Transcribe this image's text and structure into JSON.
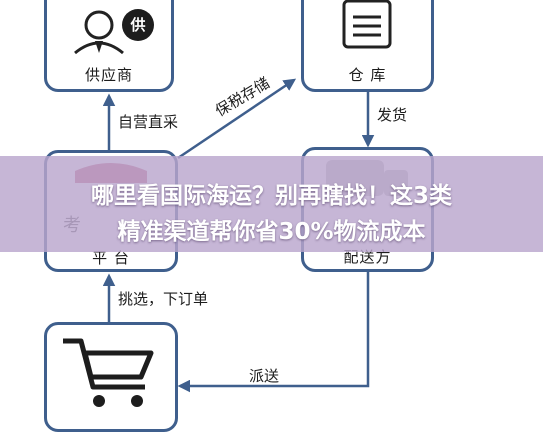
{
  "nodes": {
    "supplier": {
      "label": "供应商",
      "badge": "供"
    },
    "warehouse": {
      "label": "仓 库"
    },
    "platform": {
      "label": "平 台",
      "partial_text": "考"
    },
    "delivery": {
      "label": "配送方"
    }
  },
  "edges": {
    "supplier_platform": "自营直采",
    "platform_warehouse": "保税存储",
    "warehouse_delivery": "发货",
    "platform_customer": "挑选，下订单",
    "delivery_customer": "派送"
  },
  "banner": {
    "line1": "哪里看国际海运？别再瞎找！这3类",
    "line2": "精准渠道帮你省30%物流成本"
  },
  "colors": {
    "border": "#3f5f8d",
    "arrow": "#3f5f8d",
    "banner": "#baa6cd"
  }
}
